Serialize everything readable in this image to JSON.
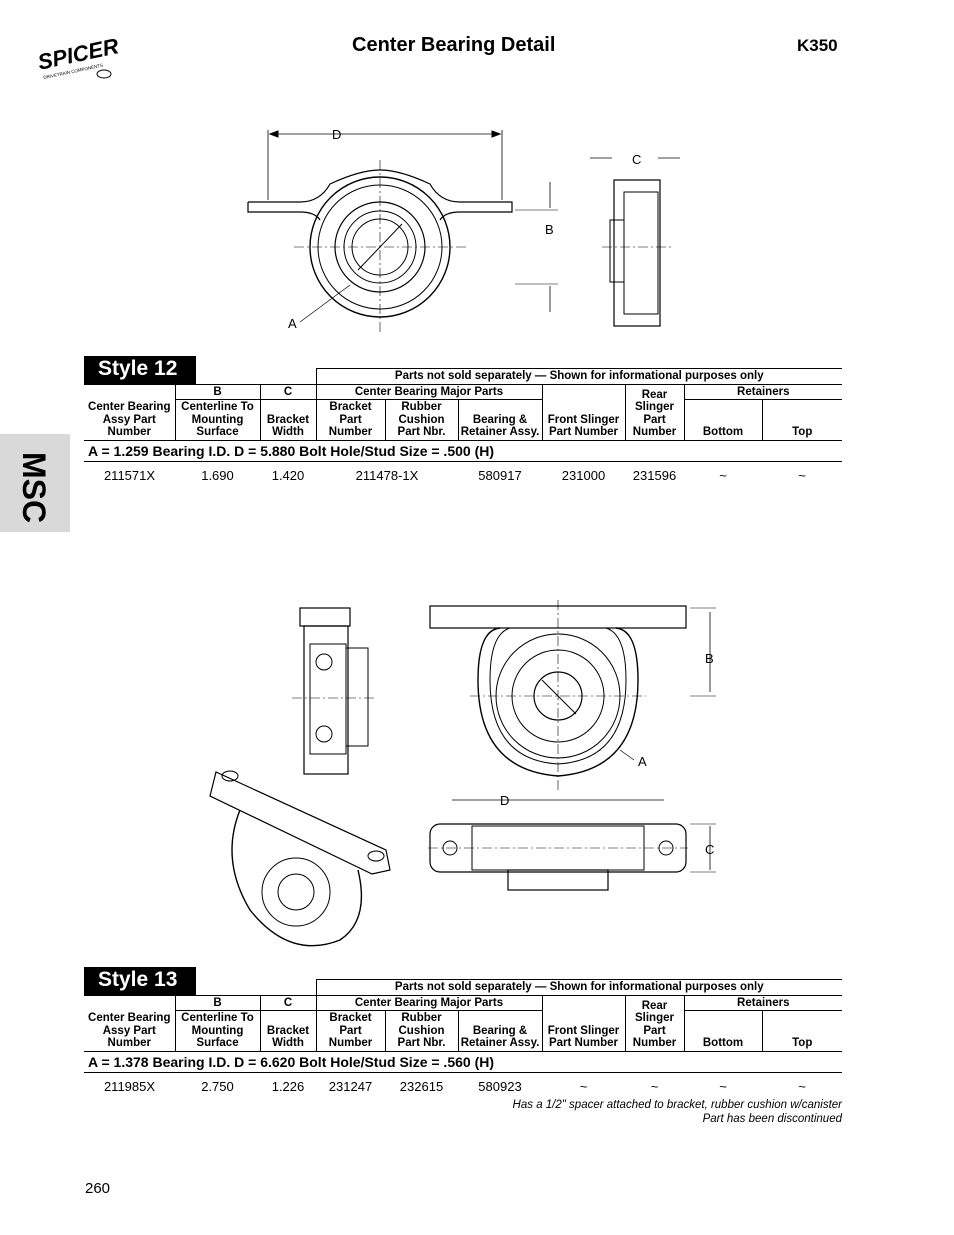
{
  "header": {
    "logo_text": "SPICER",
    "logo_subtext": "DRIVETRAIN COMPONENTS",
    "title": "Center Bearing Detail",
    "code": "K350"
  },
  "side_tab": "MSC",
  "diagram_labels": {
    "A": "A",
    "B": "B",
    "C": "C",
    "D": "D"
  },
  "columns": {
    "group_note": "Parts not sold separately — Shown for informational purposes only",
    "col_b": "B",
    "col_c": "C",
    "major_parts": "Center Bearing Major Parts",
    "retainers": "Retainers",
    "assy": "Center Bearing Assy Part Number",
    "centerline": "Centerline To Mounting Surface",
    "bracket_width": "Bracket Width",
    "bracket_part": "Bracket Part Number",
    "rubber": "Rubber Cushion Part Nbr.",
    "bearing_retainer": "Bearing & Retainer Assy.",
    "front_slinger": "Front Slinger Part Number",
    "rear_slinger": "Rear Slinger Part Number",
    "bottom": "Bottom",
    "top": "Top"
  },
  "style12": {
    "label": "Style 12",
    "info": "A = 1.259 Bearing I.D.        D = 5.880     Bolt Hole/Stud Size =  .500 (H)",
    "rows": [
      {
        "assy": "211571X",
        "centerline": "1.690",
        "bracket_width": "1.420",
        "bracket_rubber": "211478-1X",
        "bearing_retainer": "580917",
        "front_slinger": "231000",
        "rear_slinger": "231596",
        "bottom": "~",
        "top": "~"
      }
    ]
  },
  "style13": {
    "label": "Style 13",
    "info": "A = 1.378 Bearing I.D.        D = 6.620     Bolt Hole/Stud Size = .560 (H)",
    "rows": [
      {
        "assy": "211985X",
        "centerline": "2.750",
        "bracket_width": "1.226",
        "bracket_part": "231247",
        "rubber": "232615",
        "bearing_retainer": "580923",
        "front_slinger": "~",
        "rear_slinger": "~",
        "bottom": "~",
        "top": "~"
      }
    ],
    "notes": [
      "Has a 1/2\" spacer attached to bracket, rubber cushion w/canister",
      "Part has been discontinued"
    ]
  },
  "page_number": "260"
}
